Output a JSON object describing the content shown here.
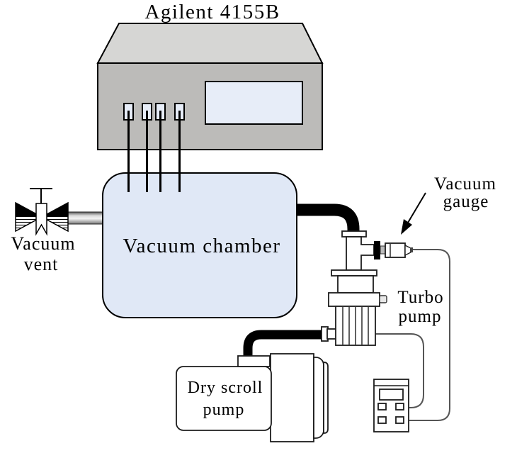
{
  "labels": {
    "title": "Agilent 4155B",
    "chamber": "Vacuum chamber",
    "vent": [
      "Vacuum",
      "vent"
    ],
    "gauge": [
      "Vacuum",
      "gauge"
    ],
    "turbo": [
      "Turbo",
      "pump"
    ],
    "scroll": [
      "Dry scroll",
      "pump"
    ]
  },
  "colors": {
    "instrument_top": "#d6d6d4",
    "instrument_front": "#bcbbb9",
    "screen": "#e7edf8",
    "chamber_fill": "#e0e8f6",
    "cable": "#555555"
  }
}
